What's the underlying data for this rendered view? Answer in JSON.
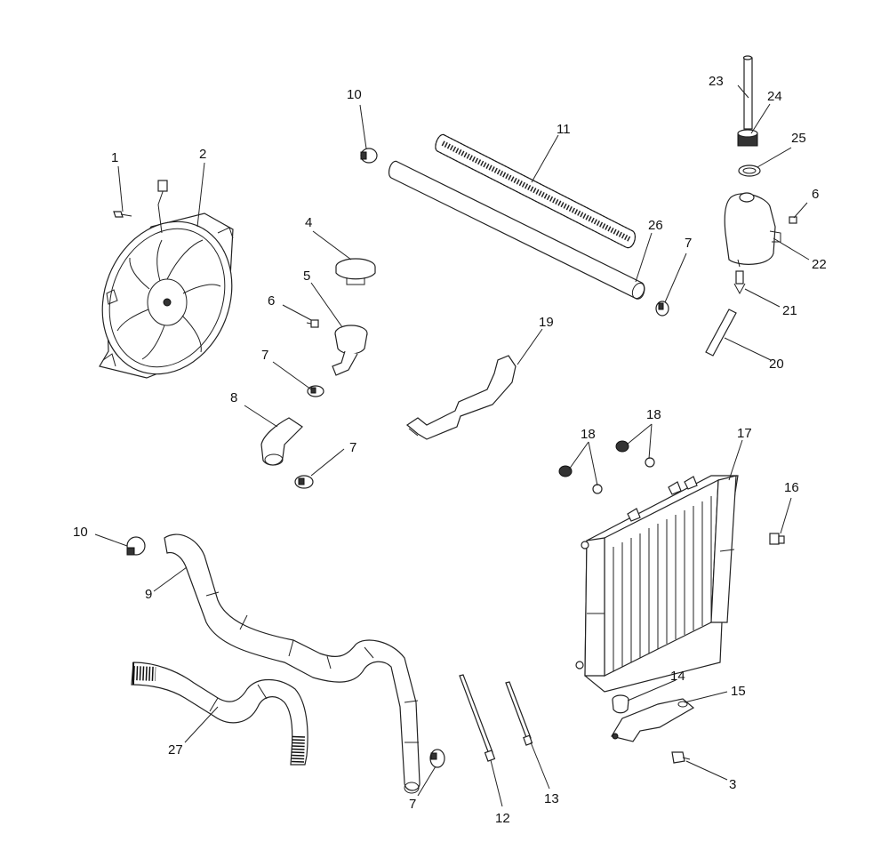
{
  "callouts": [
    {
      "id": "c1",
      "text": "1"
    },
    {
      "id": "c2",
      "text": "2"
    },
    {
      "id": "c3",
      "text": "3"
    },
    {
      "id": "c4",
      "text": "4"
    },
    {
      "id": "c5",
      "text": "5"
    },
    {
      "id": "c6a",
      "text": "6"
    },
    {
      "id": "c6b",
      "text": "6"
    },
    {
      "id": "c7a",
      "text": "7"
    },
    {
      "id": "c7b",
      "text": "7"
    },
    {
      "id": "c7c",
      "text": "7"
    },
    {
      "id": "c7d",
      "text": "7"
    },
    {
      "id": "c8",
      "text": "8"
    },
    {
      "id": "c9",
      "text": "9"
    },
    {
      "id": "c10a",
      "text": "10"
    },
    {
      "id": "c10b",
      "text": "10"
    },
    {
      "id": "c11",
      "text": "11"
    },
    {
      "id": "c12",
      "text": "12"
    },
    {
      "id": "c13",
      "text": "13"
    },
    {
      "id": "c14",
      "text": "14"
    },
    {
      "id": "c15",
      "text": "15"
    },
    {
      "id": "c16",
      "text": "16"
    },
    {
      "id": "c17",
      "text": "17"
    },
    {
      "id": "c18a",
      "text": "18"
    },
    {
      "id": "c18b",
      "text": "18"
    },
    {
      "id": "c19",
      "text": "19"
    },
    {
      "id": "c20",
      "text": "20"
    },
    {
      "id": "c21",
      "text": "21"
    },
    {
      "id": "c22",
      "text": "22"
    },
    {
      "id": "c23",
      "text": "23"
    },
    {
      "id": "c24",
      "text": "24"
    },
    {
      "id": "c25",
      "text": "25"
    },
    {
      "id": "c26",
      "text": "26"
    },
    {
      "id": "c27",
      "text": "27"
    }
  ]
}
